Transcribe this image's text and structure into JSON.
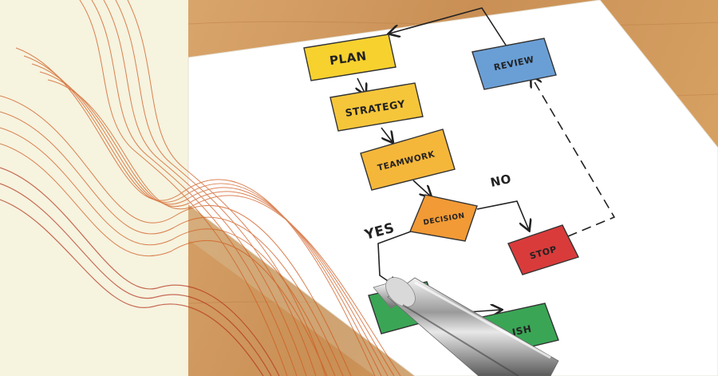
{
  "scene": {
    "subject": "hand-drawn flowchart on paper with pen",
    "colors": {
      "panel_cream": "#f6f3df",
      "wood": "#cf9a63",
      "paper": "#ffffff",
      "plan": "#f7d12e",
      "strategy": "#f6c63a",
      "teamwork": "#f5b73a",
      "decision": "#f29a35",
      "stop": "#d93b3b",
      "review": "#6a9fd6",
      "green_box": "#3aa655",
      "wave": "#d05a1e"
    }
  },
  "flowchart": {
    "plan": "PLAN",
    "strategy": "STRATEGY",
    "teamwork": "TEAMWORK",
    "decision": "DECISION",
    "yes": "YES",
    "no": "NO",
    "stop": "STOP",
    "review": "REVIEW",
    "finish_partial": "ISH"
  }
}
